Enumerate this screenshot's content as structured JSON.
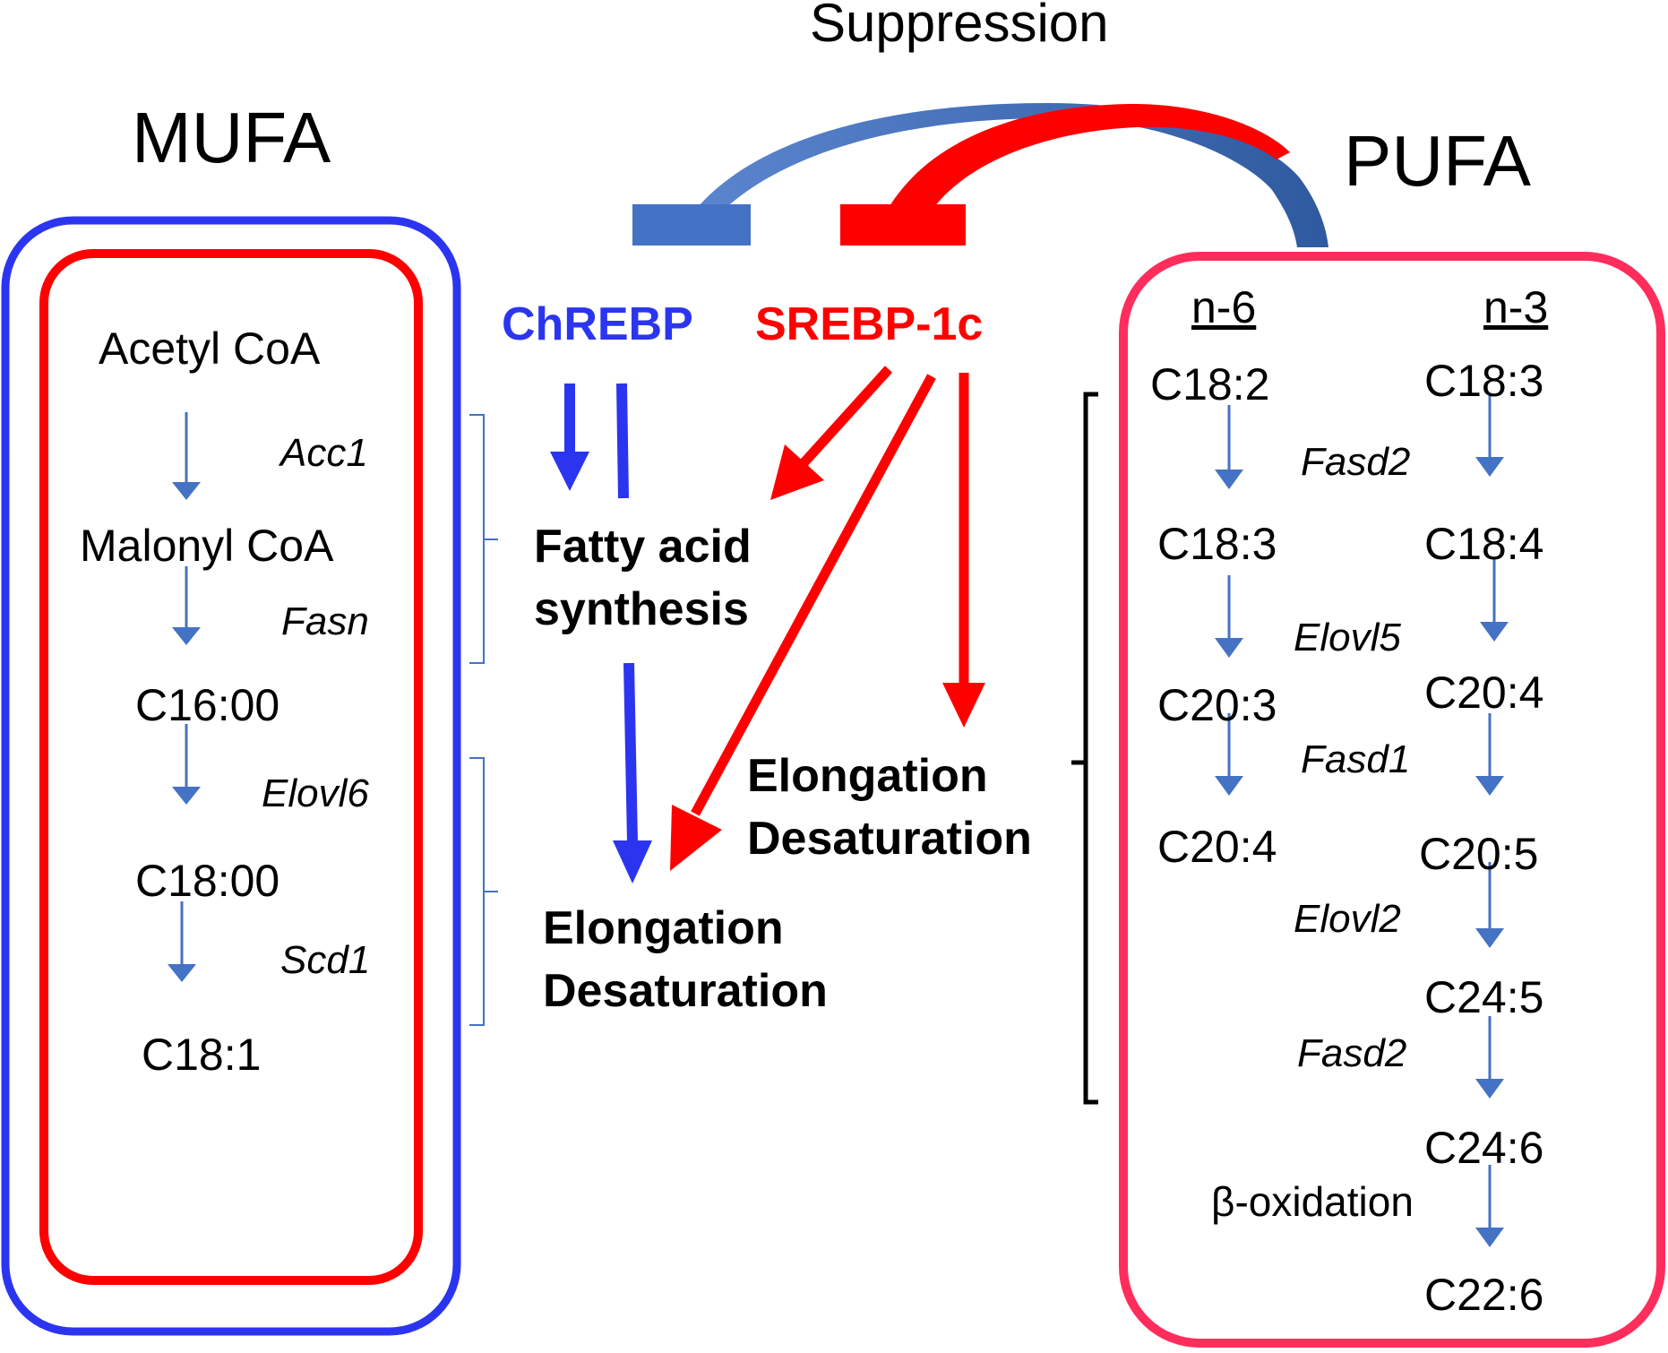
{
  "title_suppression": "Suppression",
  "mufa": {
    "label": "MUFA",
    "nodes": [
      "Acetyl CoA",
      "Malonyl CoA",
      "C16:00",
      "C18:00",
      "C18:1"
    ],
    "enzymes": [
      "Acc1",
      "Fasn",
      "Elovl6",
      "Scd1"
    ]
  },
  "pufa": {
    "label": "PUFA",
    "n6": {
      "header": "n-6",
      "nodes": [
        "C18:2",
        "C18:3",
        "C20:3",
        "C20:4"
      ]
    },
    "n3": {
      "header": "n-3",
      "nodes": [
        "C18:3",
        "C18:4",
        "C20:4",
        "C20:5",
        "C24:5",
        "C24:6",
        "C22:6"
      ]
    },
    "enzymes": [
      "Fasd2",
      "Elovl5",
      "Fasd1",
      "Elovl2",
      "Fasd2"
    ],
    "beta_oxidation": "β-oxidation"
  },
  "regulators": {
    "chrebp": "ChREBP",
    "srebp": "SREBP-1c"
  },
  "processes": {
    "fatty_acid_synthesis": [
      "Fatty acid",
      "synthesis"
    ],
    "elongation_left": [
      "Elongation",
      "Desaturation"
    ],
    "elongation_right": [
      "Elongation",
      "Desaturation"
    ]
  },
  "colors": {
    "chrebp_blue": "#2b35f0",
    "srebp_red": "#ff0000",
    "pathway_arrow": "#4472c4",
    "suppression_blue": "#3f6fc0",
    "pufa_box": "#ff2d5c"
  }
}
